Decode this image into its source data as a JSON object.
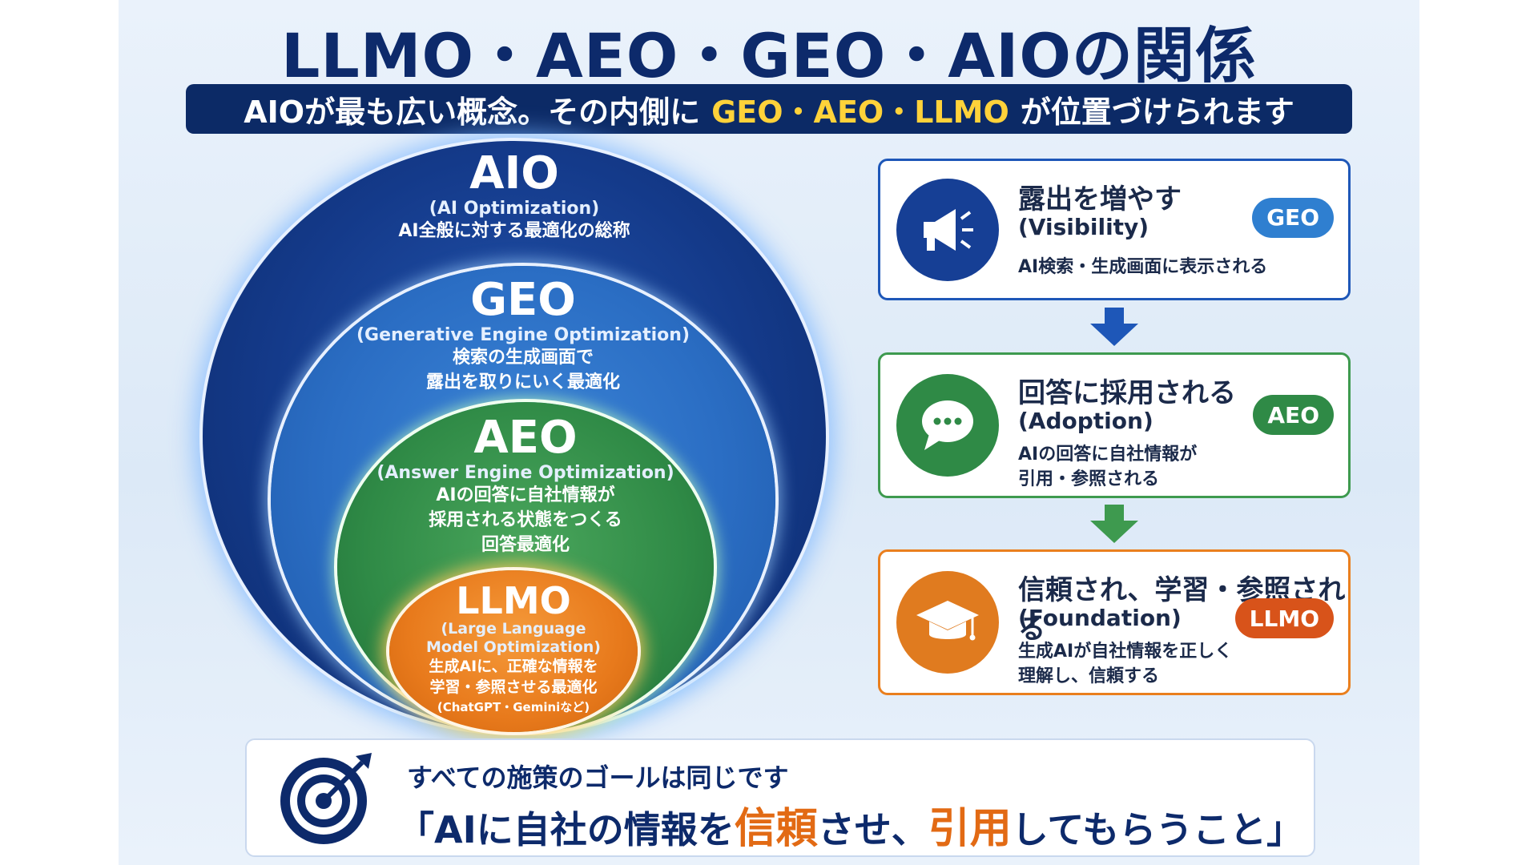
{
  "title": "LLMO・AEO・GEO・AIOの関係",
  "subtitle": {
    "pre": "AIOが最も広い概念。その内側に",
    "highlight": "GEO・AEO・LLMO",
    "post": "が位置づけられます"
  },
  "rings": {
    "aio": {
      "name": "AIO",
      "en": "(AI Optimization)",
      "jp": [
        "AI全般に対する最適化の総称"
      ]
    },
    "geo": {
      "name": "GEO",
      "en": "(Generative Engine Optimization)",
      "jp": [
        "検索の生成画面で",
        "露出を取りにいく最適化"
      ]
    },
    "aeo": {
      "name": "AEO",
      "en": "(Answer Engine Optimization)",
      "jp": [
        "AIの回答に自社情報が",
        "採用される状態をつくる",
        "回答最適化"
      ]
    },
    "llmo": {
      "name": "LLMO",
      "en": [
        "(Large Language",
        "Model Optimization)"
      ],
      "jp": [
        "生成AIに、正確な情報を",
        "学習・参照させる最適化"
      ],
      "note": "(ChatGPT・Geminiなど)"
    }
  },
  "cards": {
    "geo": {
      "title": "露出を増やす",
      "en": "(Visibility)",
      "desc": [
        "AI検索・生成画面に表示される"
      ],
      "badge": "GEO",
      "icon": "megaphone-icon"
    },
    "aeo": {
      "title": "回答に採用される",
      "en": "(Adoption)",
      "desc": [
        "AIの回答に自社情報が",
        "引用・参照される"
      ],
      "badge": "AEO",
      "icon": "chat-bubble-icon"
    },
    "llmo": {
      "title": "信頼され、学習・参照される",
      "en": "(Foundation)",
      "desc": [
        "生成AIが自社情報を正しく",
        "理解し、信頼する"
      ],
      "badge": "LLMO",
      "icon": "graduation-cap-icon"
    }
  },
  "goal": {
    "lead": "すべての施策のゴールは同じです",
    "open": "「AIに自社の情報を",
    "trust": "信頼",
    "mid": "させ、",
    "cite": "引用",
    "close": "してもらうこと」",
    "icon": "target-icon"
  },
  "colors": {
    "navy": "#0d2a6b",
    "aio": "#143a8a",
    "geo": "#2b6ec4",
    "aeo": "#2f8a46",
    "llmo": "#e87a1c",
    "highlight": "#ffd23a",
    "accent": "#e26a14"
  }
}
